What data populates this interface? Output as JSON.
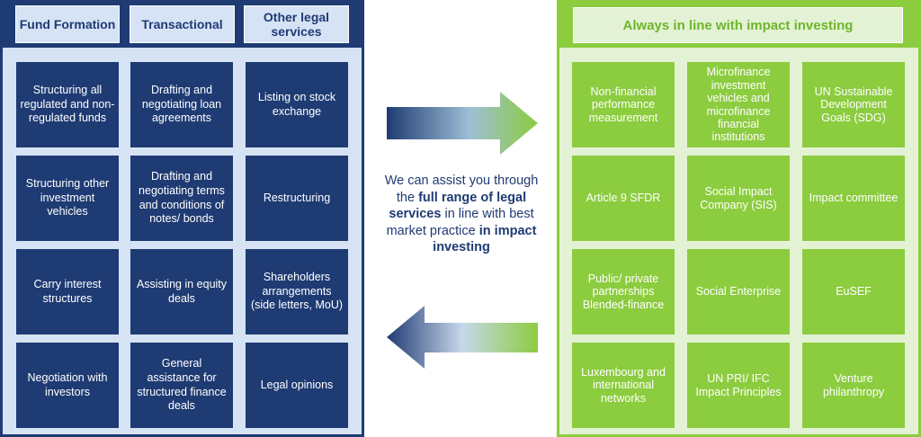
{
  "left": {
    "headers": [
      "Fund Formation",
      "Transactional",
      "Other legal services"
    ],
    "cells": [
      "Structuring all regulated and non-regulated funds",
      "Drafting and negotiating loan agreements",
      "Listing on stock exchange",
      "Structuring other investment vehicles",
      "Drafting and negotiating terms and conditions of notes/ bonds",
      "Restructuring",
      "Carry interest structures",
      "Assisting in equity deals",
      "Shareholders arrangements (side letters, MoU)",
      "Negotiation with investors",
      "General assistance for structured finance deals",
      "Legal opinions"
    ]
  },
  "right": {
    "header": "Always in line with impact investing",
    "cells": [
      "Non-financial performance measurement",
      "Microfinance investment vehicles and microfinance financial institutions",
      "UN Sustainable Development Goals (SDG)",
      "Article 9 SFDR",
      "Social Impact Company (SIS)",
      "Impact committee",
      "Public/ private partnerships Blended-finance",
      "Social Enterprise",
      "EuSEF",
      "Luxembourg and international networks",
      "UN PRI/ IFC Impact Principles",
      "Venture philanthropy"
    ]
  },
  "center": {
    "t1": "We can assist you through the ",
    "t2": "full range of legal services",
    "t3": " in line with best market practice ",
    "t4": "in impact investing"
  },
  "colors": {
    "navy": "#1f3b73",
    "light_blue": "#d6e3f5",
    "green": "#8ccc3f",
    "light_green": "#e3f2d4"
  }
}
